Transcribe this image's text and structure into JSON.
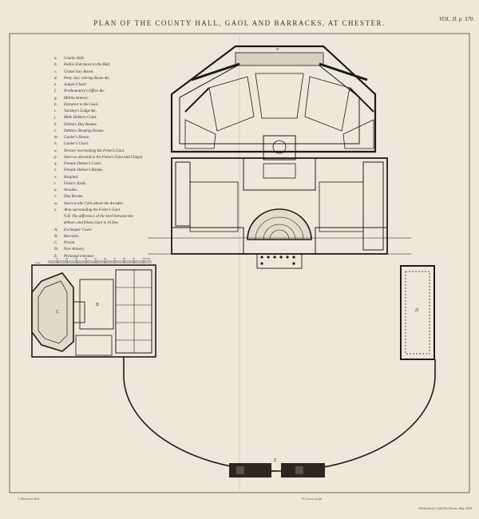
{
  "header": {
    "title": "PLAN OF THE COUNTY HALL, GAOL AND BARRACKS, AT CHESTER.",
    "vol": "VOL. II. p. 370."
  },
  "legend": [
    {
      "key": "a.",
      "text": "County Hall."
    },
    {
      "key": "b.",
      "text": "Public Entrances to the Hall."
    },
    {
      "key": "c.",
      "text": "Grand Jury Room."
    },
    {
      "key": "d.",
      "text": "Petty Jury retiring Room &c."
    },
    {
      "key": "e.",
      "text": "Judges Closet."
    },
    {
      "key": "f.",
      "text": "Prothonotary's Office &c."
    },
    {
      "key": "g.",
      "text": "Militia Armory."
    },
    {
      "key": "h.",
      "text": "Entrance to the Gaol."
    },
    {
      "key": "i.",
      "text": "Turnkey's Lodge &c."
    },
    {
      "key": "j.",
      "text": "Male Debtors Court."
    },
    {
      "key": "k.",
      "text": "Debtors Day Rooms."
    },
    {
      "key": "l.",
      "text": "Debtors Sleeping Rooms."
    },
    {
      "key": "m.",
      "text": "Gaoler's House."
    },
    {
      "key": "n.",
      "text": "Gaoler's Court."
    },
    {
      "key": "o.",
      "text": "Terrace overlooking the Felon's Gaol."
    },
    {
      "key": "p.",
      "text": "Stairs to descend to the Felon's Gaol and Chapel."
    },
    {
      "key": "q.",
      "text": "Female Debtor's Court."
    },
    {
      "key": "r.",
      "text": "Female Debtor's Rooms."
    },
    {
      "key": "s.",
      "text": "Hospital."
    },
    {
      "key": "t.",
      "text": "Felon's Yards."
    },
    {
      "key": "u.",
      "text": "Arcades."
    },
    {
      "key": "v.",
      "text": "Day Rooms."
    },
    {
      "key": "w.",
      "text": "Stairs to the Cells above the Arcades."
    },
    {
      "key": "x.",
      "text": "Area surrounding the Felon's Gaol."
    },
    {
      "key": "",
      "text": "N.B. The difference of the level between the"
    },
    {
      "key": "",
      "text": "debtors and felons Gaol is 16 feet."
    },
    {
      "key": "A.",
      "text": "Exchequer Court."
    },
    {
      "key": "B.",
      "text": "Barracks."
    },
    {
      "key": "C.",
      "text": "Prison."
    },
    {
      "key": "D.",
      "text": "New Armory."
    },
    {
      "key": "E.",
      "text": "Principal entrance"
    }
  ],
  "plan_letters": {
    "barracks": "B",
    "prison": "C",
    "armory": "D",
    "entrance": "E",
    "gaol_top": "a"
  },
  "scale": {
    "label": "Scale",
    "ticks": [
      "10",
      "20",
      "30",
      "40",
      "50",
      "60",
      "70",
      "80",
      "90",
      "100 Feet"
    ]
  },
  "footer": {
    "left": "T. Harrison Arch.",
    "center": "W. Lowry sculp.",
    "right": "Published by Cadell & Davies, May 1810."
  },
  "colors": {
    "paper": "#eee8db",
    "ink": "#2b2620",
    "wall": "#1e1b17",
    "hatch": "#6e665a"
  }
}
